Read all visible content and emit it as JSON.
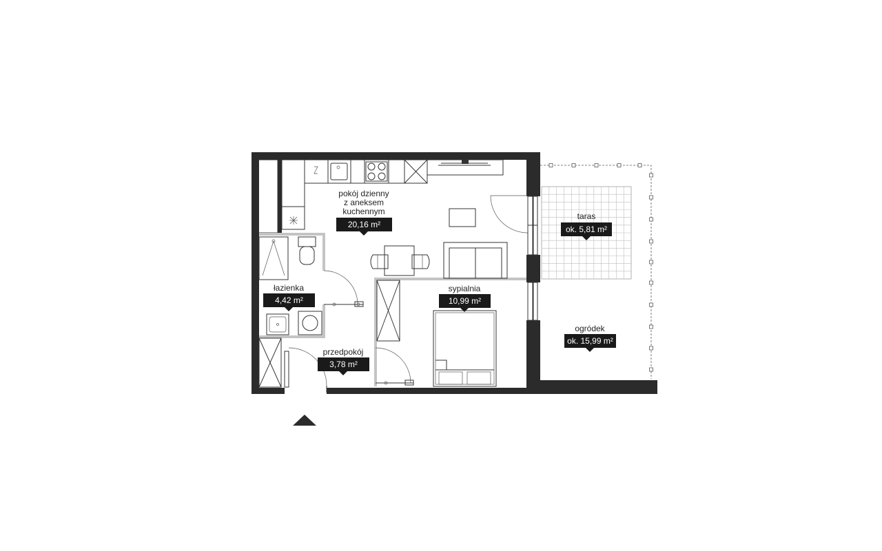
{
  "rooms": {
    "living": {
      "name_line1": "pokój dzienny",
      "name_line2": "z aneksem",
      "name_line3": "kuchennym",
      "area": "20,16 m²"
    },
    "bathroom": {
      "name": "łazienka",
      "area": "4,42 m²"
    },
    "hallway": {
      "name": "przedpokój",
      "area": "3,78 m²"
    },
    "bedroom": {
      "name": "sypialnia",
      "area": "10,99 m²"
    },
    "terrace": {
      "name": "taras",
      "area": "ok. 5,81 m²"
    },
    "garden": {
      "name": "ogródek",
      "area": "ok. 15,99 m²"
    }
  },
  "colors": {
    "wall": "#2b2b2b",
    "interior_wall": "#c4c4c4",
    "badge": "#1a1a1a",
    "badge_text": "#ffffff"
  },
  "icons": {
    "entrance": "entrance-arrow-icon"
  }
}
